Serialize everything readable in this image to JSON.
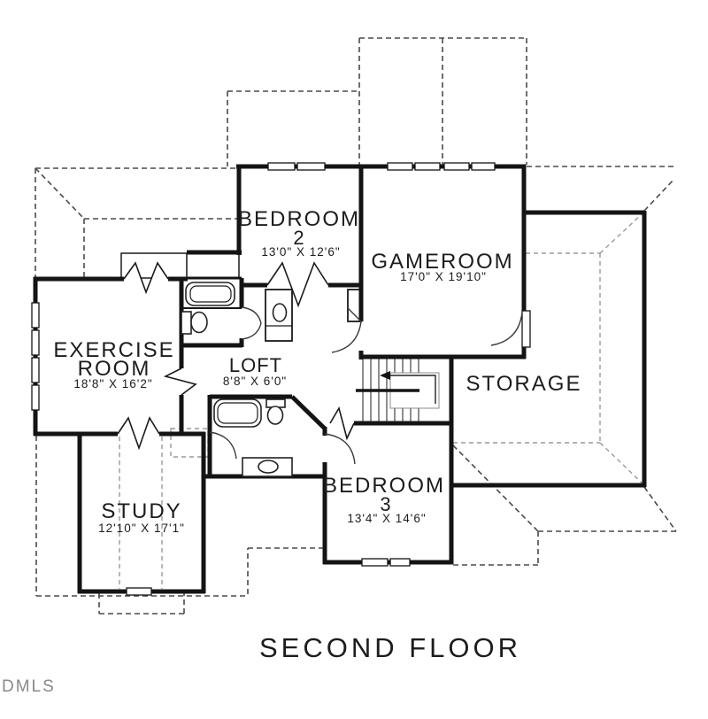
{
  "plan": {
    "title": "SECOND FLOOR",
    "watermark": "DMLS",
    "colors": {
      "wall": "#141414",
      "roof_dash": "#4a4a4a",
      "inner_dash": "#9a9a9a",
      "background": "#ffffff",
      "watermark": "#8a8a8a"
    },
    "rooms": {
      "bedroom2": {
        "line1": "BEDROOM",
        "line2": "2",
        "dims": "13'0\" X 12'6\""
      },
      "gameroom": {
        "line1": "GAMEROOM",
        "dims": "17'0\" X 19'10\""
      },
      "exercise": {
        "line1": "EXERCISE",
        "line2": "ROOM",
        "dims": "18'8\" X 16'2\""
      },
      "loft": {
        "line1": "LOFT",
        "dims": "8'8\" X 6'0\""
      },
      "storage": {
        "line1": "STORAGE"
      },
      "bedroom3": {
        "line1": "BEDROOM",
        "line2": "3",
        "dims": "13'4\" X 14'6\""
      },
      "study": {
        "line1": "STUDY",
        "dims": "12'10\" X 17'1\""
      }
    }
  }
}
